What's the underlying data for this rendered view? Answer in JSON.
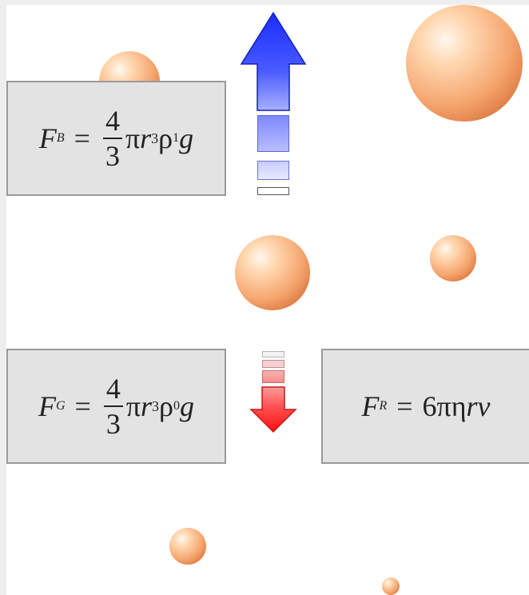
{
  "formulas": {
    "buoyancy": {
      "symbol": "F",
      "subscript": "B",
      "equals": "=",
      "numerator": "4",
      "denominator": "3",
      "pi": "π",
      "r": "r",
      "power": "3",
      "rho": "ρ",
      "rho_subscript": "1",
      "g": "g"
    },
    "gravity": {
      "symbol": "F",
      "subscript": "G",
      "equals": "=",
      "numerator": "4",
      "denominator": "3",
      "pi": "π",
      "r": "r",
      "power": "3",
      "rho": "ρ",
      "rho_subscript": "0",
      "g": "g"
    },
    "resistance": {
      "symbol": "F",
      "subscript": "R",
      "equals": "=",
      "expression_coef": "6πη",
      "expression_vars": "rv"
    }
  },
  "colors": {
    "up_arrow": "#2b3cff",
    "down_arrow": "#ff2020",
    "box_background": "#e3e3e3",
    "sphere": "#f5a56e"
  },
  "icons": {
    "up": "upward-force-arrow-icon",
    "down": "downward-force-arrow-icon"
  }
}
